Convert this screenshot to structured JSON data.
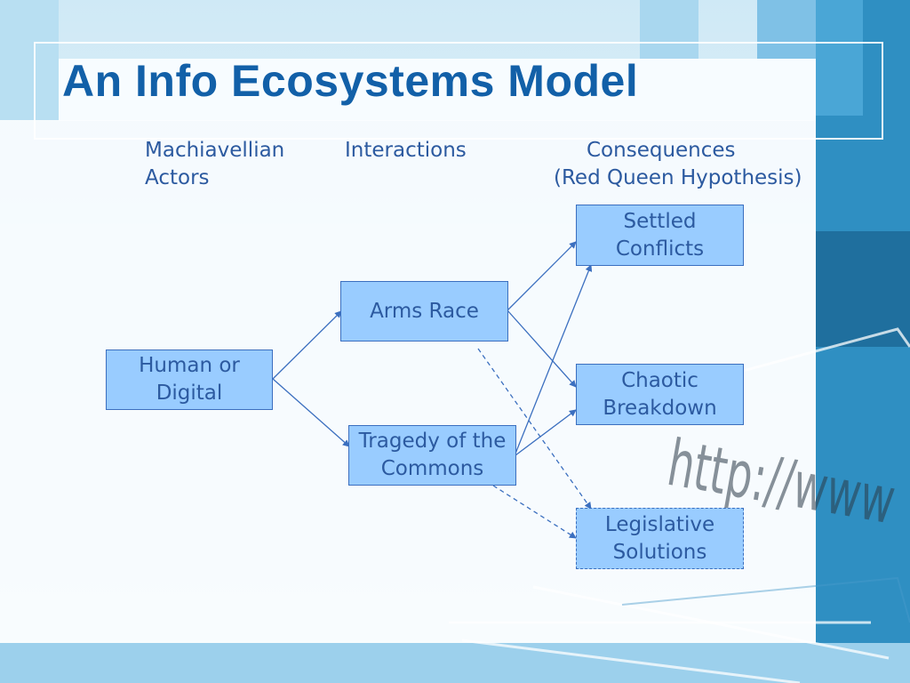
{
  "title": "An Info Ecosystems Model",
  "headers": {
    "actors_line1": "Machiavellian",
    "actors_line2": "Actors",
    "interactions": "Interactions",
    "consequences_line1": "Consequences",
    "consequences_line2": "(Red Queen Hypothesis)"
  },
  "nodes": {
    "human": {
      "line1": "Human or",
      "line2": "Digital"
    },
    "arms_race": {
      "line1": "Arms Race"
    },
    "tragedy": {
      "line1": "Tragedy of the",
      "line2": "Commons"
    },
    "settled": {
      "line1": "Settled",
      "line2": "Conflicts"
    },
    "chaotic": {
      "line1": "Chaotic",
      "line2": "Breakdown"
    },
    "legislative": {
      "line1": "Legislative",
      "line2": "Solutions"
    }
  },
  "decoration": {
    "url_text": "http://www"
  },
  "colors": {
    "title": "#1260a8",
    "text": "#2c5aa0",
    "node_fill": "#99ccff",
    "border": "#3b6fbf"
  }
}
